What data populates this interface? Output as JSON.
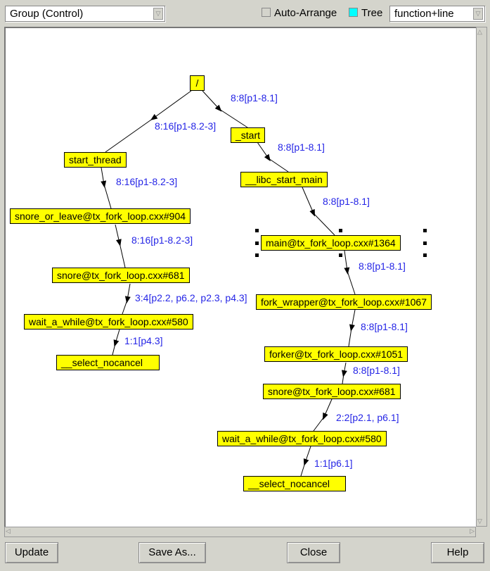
{
  "toolbar": {
    "group_value": "Group (Control)",
    "auto_arrange": "Auto-Arrange",
    "auto_arrange_checked": false,
    "tree": "Tree",
    "tree_checked": true,
    "tree_color": "#00ffff",
    "mode_value": "function+line"
  },
  "nodes": {
    "root": "/",
    "start": "_start",
    "start_thread": "start_thread",
    "libc": "__libc_start_main",
    "snore_or_leave": "snore_or_leave@tx_fork_loop.cxx#904",
    "main": "main@tx_fork_loop.cxx#1364",
    "snore_l": "snore@tx_fork_loop.cxx#681",
    "fork_wrapper": "fork_wrapper@tx_fork_loop.cxx#1067",
    "wait_l": "wait_a_while@tx_fork_loop.cxx#580",
    "forker": "forker@tx_fork_loop.cxx#1051",
    "select_l": "__select_nocancel",
    "snore_r": "snore@tx_fork_loop.cxx#681",
    "wait_r": "wait_a_while@tx_fork_loop.cxx#580",
    "select_r": "__select_nocancel"
  },
  "edges": {
    "root_start_thread": "8:16[p1-8.2-3]",
    "root_start": "8:8[p1-8.1]",
    "start_libc": "8:8[p1-8.1]",
    "start_thread_sol": "8:16[p1-8.2-3]",
    "libc_main": "8:8[p1-8.1]",
    "sol_snore": "8:16[p1-8.2-3]",
    "main_fw": "8:8[p1-8.1]",
    "snore_wait_l": "3:4[p2.2, p6.2, p2.3, p4.3]",
    "fw_forker": "8:8[p1-8.1]",
    "wait_select_l": "1:1[p4.3]",
    "forker_snore": "8:8[p1-8.1]",
    "snore_wait_r": "2:2[p2.1, p6.1]",
    "wait_select_r": "1:1[p6.1]"
  },
  "colors": {
    "node_fill": "#ffff00",
    "edge_label": "#2525e6"
  },
  "buttons": {
    "update": "Update",
    "save_as": "Save As...",
    "close": "Close",
    "help": "Help"
  }
}
